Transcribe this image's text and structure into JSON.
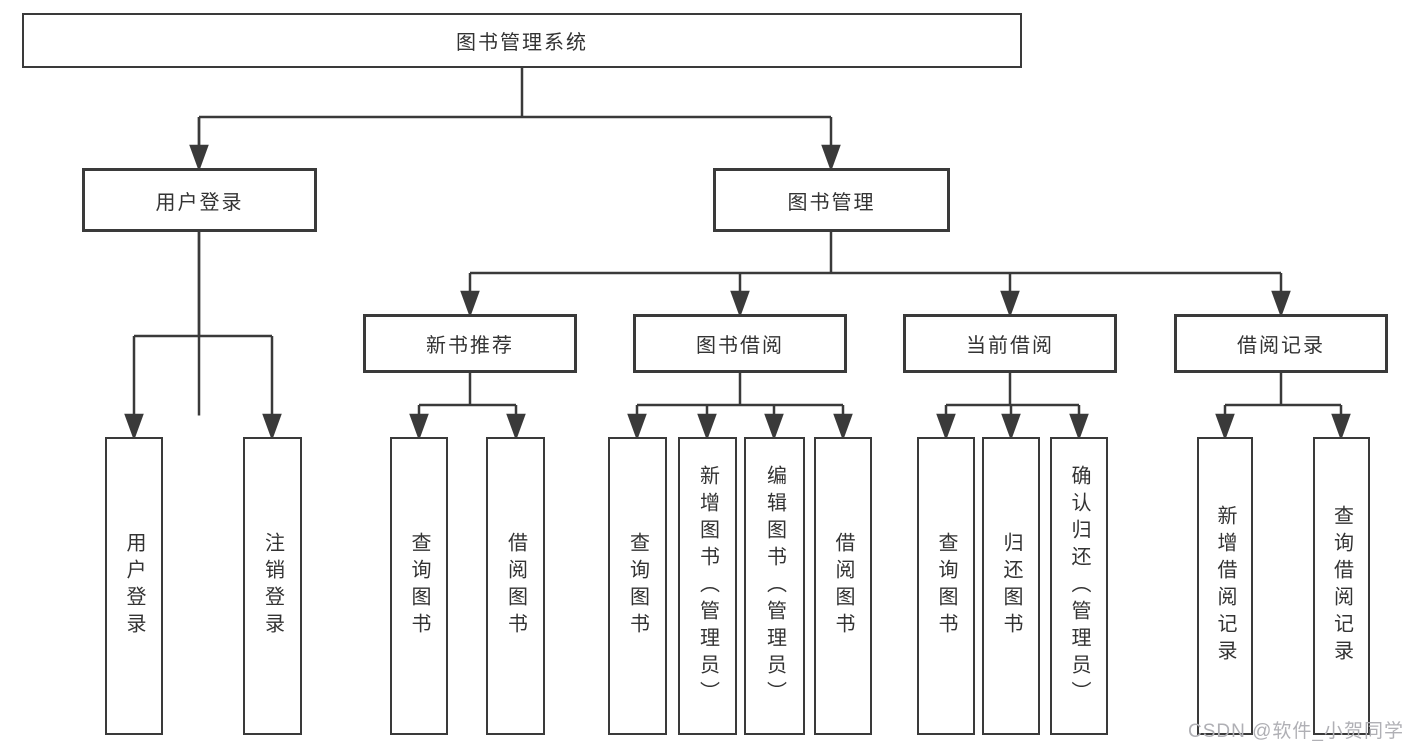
{
  "diagram": {
    "type": "hierarchy",
    "colors": {
      "background": "#ffffff",
      "line": "#3a3a3a",
      "box_border": "#3a3a3a",
      "text": "#333333",
      "watermark": "#b0b0b5"
    },
    "nodes": {
      "root": {
        "label": "图书管理系统",
        "level": 0
      },
      "user_login": {
        "label": "用户登录",
        "level": 1,
        "parent": "root"
      },
      "book_mgmt": {
        "label": "图书管理",
        "level": 1,
        "parent": "root"
      },
      "new_book_rec": {
        "label": "新书推荐",
        "level": 2,
        "parent": "book_mgmt"
      },
      "book_borrow": {
        "label": "图书借阅",
        "level": 2,
        "parent": "book_mgmt"
      },
      "current_borrow": {
        "label": "当前借阅",
        "level": 2,
        "parent": "book_mgmt"
      },
      "borrow_records": {
        "label": "借阅记录",
        "level": 2,
        "parent": "book_mgmt"
      },
      "leaf_user_login": {
        "label": "用户登录",
        "level": 3,
        "parent": "user_login"
      },
      "leaf_logout": {
        "label": "注销登录",
        "level": 3,
        "parent": "user_login"
      },
      "leaf_nbr_query": {
        "label": "查询图书",
        "level": 3,
        "parent": "new_book_rec"
      },
      "leaf_nbr_borrow": {
        "label": "借阅图书",
        "level": 3,
        "parent": "new_book_rec"
      },
      "leaf_bb_query": {
        "label": "查询图书",
        "level": 3,
        "parent": "book_borrow"
      },
      "leaf_bb_add": {
        "label": "新增图书（管理员）",
        "level": 3,
        "parent": "book_borrow"
      },
      "leaf_bb_edit": {
        "label": "编辑图书（管理员）",
        "level": 3,
        "parent": "book_borrow"
      },
      "leaf_bb_borrow": {
        "label": "借阅图书",
        "level": 3,
        "parent": "book_borrow"
      },
      "leaf_cb_query": {
        "label": "查询图书",
        "level": 3,
        "parent": "current_borrow"
      },
      "leaf_cb_return": {
        "label": "归还图书",
        "level": 3,
        "parent": "current_borrow"
      },
      "leaf_cb_confirm": {
        "label": "确认归还（管理员）",
        "level": 3,
        "parent": "current_borrow"
      },
      "leaf_br_add": {
        "label": "新增借阅记录",
        "level": 3,
        "parent": "borrow_records"
      },
      "leaf_br_query": {
        "label": "查询借阅记录",
        "level": 3,
        "parent": "borrow_records"
      }
    },
    "watermark": "CSDN @软件_小贺同学"
  }
}
